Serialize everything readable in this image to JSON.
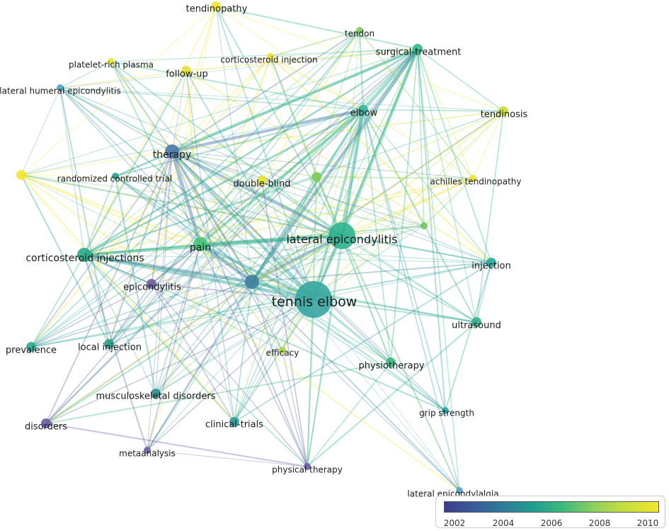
{
  "colors": {
    "y2002": "#3b3f8c",
    "y2004": "#31689d",
    "y2006": "#23a48d",
    "y2008": "#73c962",
    "y2010": "#f3e72e"
  },
  "nodes": [
    {
      "id": "tennis-elbow",
      "label": "tennis elbow",
      "size": "xl",
      "color": "#36a6a0"
    },
    {
      "id": "lateral-epicondylitis",
      "label": "lateral epicondylitis",
      "size": "l",
      "color": "#2fb28f"
    },
    {
      "id": "pain",
      "label": "pain",
      "size": "m",
      "color": "#46c47a"
    },
    {
      "id": "therapy",
      "label": "therapy",
      "size": "m",
      "color": "#4a78aa"
    },
    {
      "id": "corticosteroid-injections",
      "label": "corticosteroid injections",
      "size": "m",
      "color": "#2aa889"
    },
    {
      "id": "surgical-treatment",
      "label": "surgical-treatment",
      "size": "s",
      "color": "#32b887"
    },
    {
      "id": "tendinopathy",
      "label": "tendinopathy",
      "size": "s",
      "color": "#f0e52c"
    },
    {
      "id": "tendon",
      "label": "tendon",
      "size": "xs",
      "color": "#7ccc5c"
    },
    {
      "id": "corticosteroid-injection",
      "label": "corticosteroid injection",
      "size": "xs",
      "color": "#e9e232"
    },
    {
      "id": "platelet-rich-plasma",
      "label": "platelet-rich plasma",
      "size": "xs",
      "color": "#f0e52c"
    },
    {
      "id": "follow-up",
      "label": "follow-up",
      "size": "s",
      "color": "#e2e038"
    },
    {
      "id": "lateral-humeral-epicondylitis",
      "label": "lateral humeral epicondylitis",
      "size": "xs",
      "color": "#57a6c0"
    },
    {
      "id": "elbow",
      "label": "elbow",
      "size": "s",
      "color": "#3ab39a"
    },
    {
      "id": "tendinosis",
      "label": "tendinosis",
      "size": "s",
      "color": "#c9df3d"
    },
    {
      "id": "randomized-controlled-trial",
      "label": "randomized controlled trial",
      "size": "xs",
      "color": "#2e9f94"
    },
    {
      "id": "double-blind",
      "label": "double-blind",
      "size": "s",
      "color": "#e6e234"
    },
    {
      "id": "achilles-tendinopathy",
      "label": "achilles tendinopathy",
      "size": "xs",
      "color": "#eae334"
    },
    {
      "id": "injection",
      "label": "injection",
      "size": "s",
      "color": "#2aa99a"
    },
    {
      "id": "epicondylitis",
      "label": "epicondylitis",
      "size": "s",
      "color": "#6a5ea4"
    },
    {
      "id": "ultrasound",
      "label": "ultrasound",
      "size": "s",
      "color": "#31ad8f"
    },
    {
      "id": "prevalence",
      "label": "prevalence",
      "size": "s",
      "color": "#2ea898"
    },
    {
      "id": "local-injection",
      "label": "local injection",
      "size": "s",
      "color": "#2b9f8e"
    },
    {
      "id": "efficacy",
      "label": "efficacy",
      "size": "xs",
      "color": "#a9d64a"
    },
    {
      "id": "physiotherapy",
      "label": "physiotherapy",
      "size": "s",
      "color": "#3cba7c"
    },
    {
      "id": "musculoskeletal-disorders",
      "label": "musculoskeletal disorders",
      "size": "s",
      "color": "#2f8f8c"
    },
    {
      "id": "grip-strength",
      "label": "grip strength",
      "size": "xs",
      "color": "#2aa2a6"
    },
    {
      "id": "disorders",
      "label": "disorders",
      "size": "s",
      "color": "#6a5ba5"
    },
    {
      "id": "clinical-trials",
      "label": "clinical-trials",
      "size": "s",
      "color": "#2c9a98"
    },
    {
      "id": "metaanalysis",
      "label": "metaanalysis",
      "size": "xs",
      "color": "#6d60a8"
    },
    {
      "id": "physical-therapy",
      "label": "physical therapy",
      "size": "xs",
      "color": "#6a5ba5"
    },
    {
      "id": "lateral-epicondylalgia",
      "label": "lateral epicondylalgia",
      "size": "xs",
      "color": "#5aa0c8"
    },
    {
      "id": "unlabeled-yellow",
      "label": "",
      "size": "s",
      "color": "#f3e72e"
    },
    {
      "id": "unlabeled-green-1",
      "label": "",
      "size": "s",
      "color": "#7dcc58"
    },
    {
      "id": "unlabeled-green-2",
      "label": "",
      "size": "xs",
      "color": "#6ec85e"
    },
    {
      "id": "unlabeled-blue",
      "label": "",
      "size": "m",
      "color": "#3d7f9f"
    }
  ],
  "legend": {
    "ticks": [
      "2002",
      "2004",
      "2006",
      "2008",
      "2010"
    ]
  }
}
